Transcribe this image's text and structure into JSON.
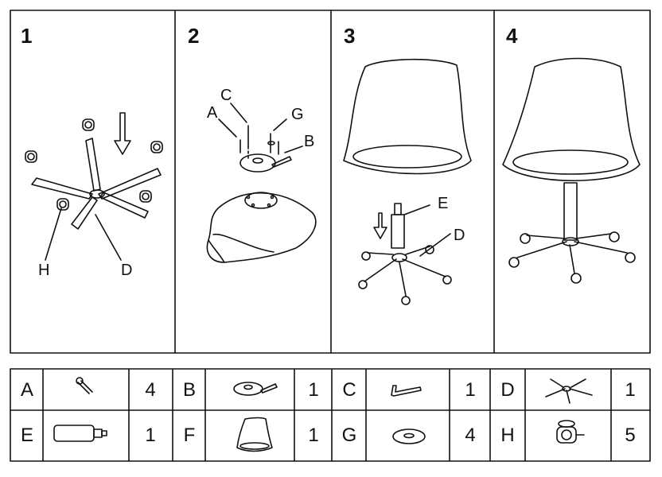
{
  "steps": [
    {
      "number": "1",
      "callouts": [
        "H",
        "D"
      ]
    },
    {
      "number": "2",
      "callouts": [
        "C",
        "A",
        "G",
        "B"
      ]
    },
    {
      "number": "3",
      "callouts": [
        "E",
        "D"
      ]
    },
    {
      "number": "4",
      "callouts": []
    }
  ],
  "parts": [
    {
      "letter": "A",
      "icon": "screw-icon",
      "qty": "4"
    },
    {
      "letter": "B",
      "icon": "mounting-plate-icon",
      "qty": "1"
    },
    {
      "letter": "C",
      "icon": "allen-key-icon",
      "qty": "1"
    },
    {
      "letter": "D",
      "icon": "star-base-icon",
      "qty": "1"
    },
    {
      "letter": "E",
      "icon": "gas-lift-icon",
      "qty": "1"
    },
    {
      "letter": "F",
      "icon": "seat-shell-icon",
      "qty": "1"
    },
    {
      "letter": "G",
      "icon": "washer-icon",
      "qty": "4"
    },
    {
      "letter": "H",
      "icon": "caster-wheel-icon",
      "qty": "5"
    }
  ],
  "colors": {
    "line": "#111111",
    "background": "#ffffff"
  }
}
